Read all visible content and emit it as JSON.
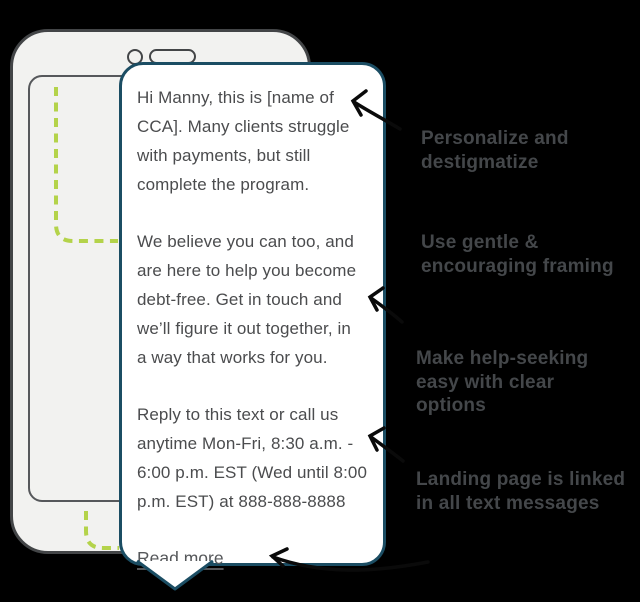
{
  "figure": {
    "description_type": "annotated-text-message-mockup"
  },
  "bubble": {
    "paragraphs": [
      "Hi Manny, this is [name of\nCCA]. Many clients struggle\nwith payments, but still\ncomplete the program.",
      "We believe you can too, and\nare here to help you become\ndebt-free. Get in touch and\nwe’ll figure it out together, in\na way that works for you.",
      "Reply to this text or call us\nanytime Mon-Fri, 8:30 a.m. -\n6:00 p.m. EST (Wed until 8:00\np.m. EST) at 888-888-8888"
    ],
    "read_more_label": "Read more"
  },
  "annotations": [
    {
      "text": "Personalize and\ndestigmatize"
    },
    {
      "text": "Use gentle &\nencouraging framing"
    },
    {
      "text": "Make help-seeking\neasy with clear\noptions"
    },
    {
      "text": "Landing page is linked\nin all text messages"
    }
  ],
  "colors": {
    "background": "#000000",
    "phone_fill": "#f2f2f0",
    "phone_border": "#434547",
    "screen_border": "#56585b",
    "bubble_border": "#1b4d63",
    "bubble_fill": "#ffffff",
    "message_text": "#4b4c4e",
    "annotation_text": "#44474a",
    "dashed_highlight": "#b4d34a",
    "arrow": "#0a0a0a"
  }
}
